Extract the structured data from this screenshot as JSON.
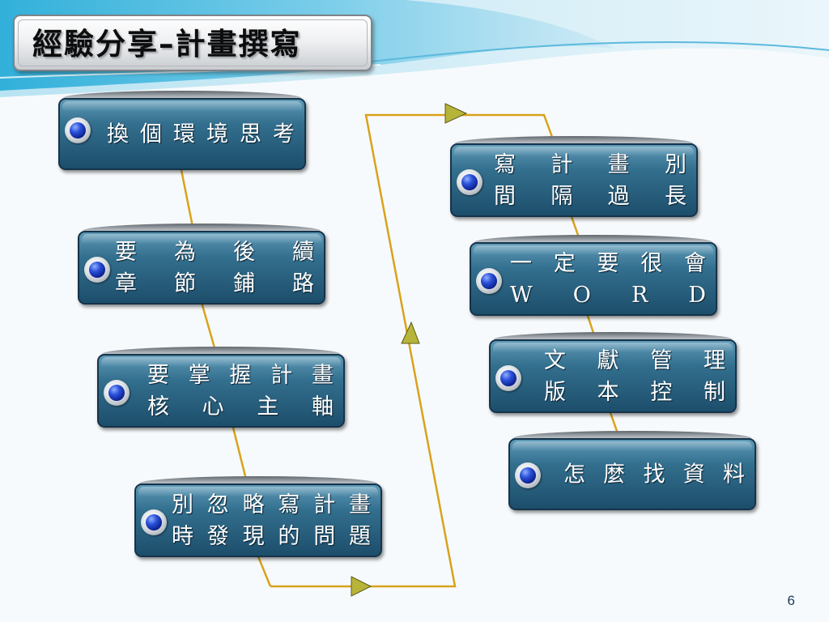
{
  "title": "經驗分享–計畫撰寫",
  "page_number": "6",
  "colors": {
    "node_fill": "#2b6383",
    "connector": "#d9a21c",
    "arrow": "#b7b43a",
    "orb": "#1e3fc4"
  },
  "left_column": [
    {
      "lines": [
        "換個環境思考"
      ]
    },
    {
      "lines": [
        "要為後續",
        "章節鋪路"
      ]
    },
    {
      "lines": [
        "要掌握計畫",
        "核心主軸"
      ]
    },
    {
      "lines": [
        "別忽略寫計畫",
        "時發現的問題"
      ]
    }
  ],
  "right_column": [
    {
      "lines": [
        "寫計畫別",
        "間隔過長"
      ]
    },
    {
      "lines": [
        "一定要很會",
        "WORD"
      ]
    },
    {
      "lines": [
        "文獻管理",
        "版本控制"
      ]
    },
    {
      "lines": [
        "怎麼找資料"
      ]
    }
  ]
}
